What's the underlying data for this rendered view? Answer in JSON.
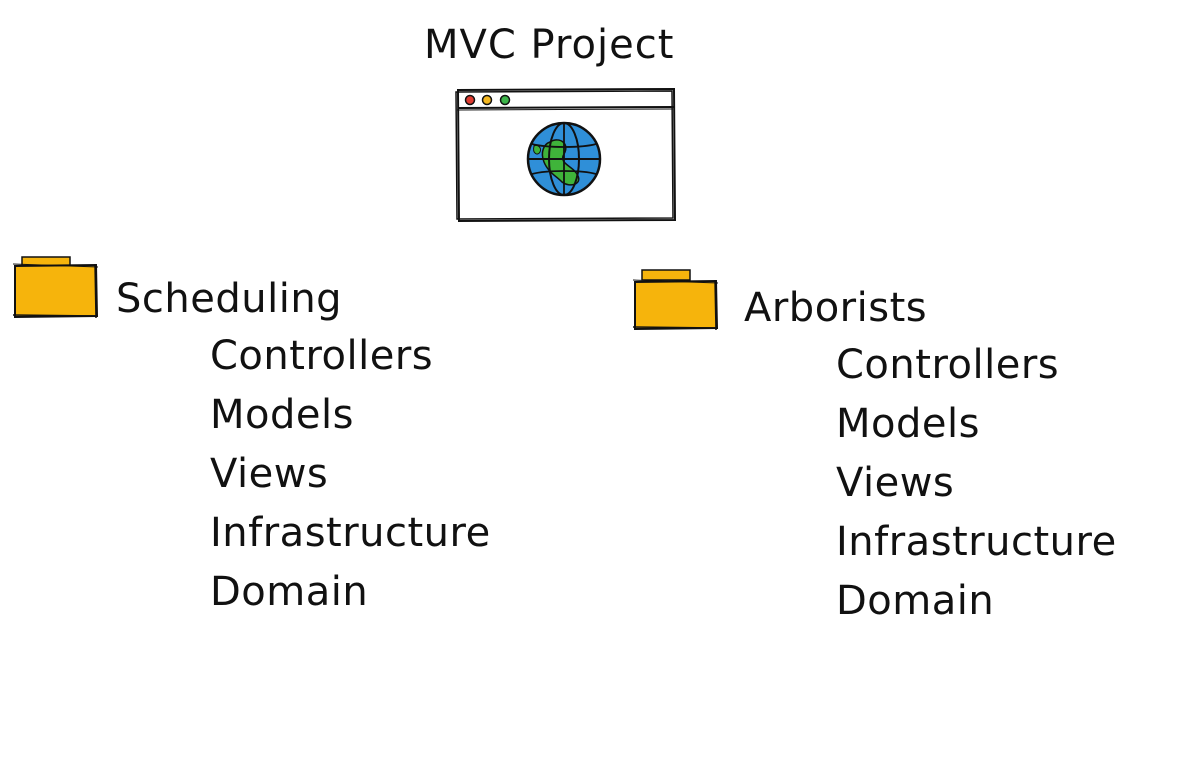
{
  "diagram": {
    "title": "MVC Project",
    "colors": {
      "folder": "#f6b40c",
      "ink": "#111111",
      "globe_ocean": "#2f8fd8",
      "globe_land": "#3fb43a",
      "dot_red": "#e03c31",
      "dot_yellow": "#f5b820",
      "dot_green": "#3db54a"
    },
    "browser": {
      "icon": "browser-window-globe-icon"
    },
    "modules": [
      {
        "name": "Scheduling",
        "icon": "folder-icon",
        "subfolders": [
          "Controllers",
          "Models",
          "Views",
          "Infrastructure",
          "Domain"
        ]
      },
      {
        "name": "Arborists",
        "icon": "folder-icon",
        "subfolders": [
          "Controllers",
          "Models",
          "Views",
          "Infrastructure",
          "Domain"
        ]
      }
    ]
  }
}
